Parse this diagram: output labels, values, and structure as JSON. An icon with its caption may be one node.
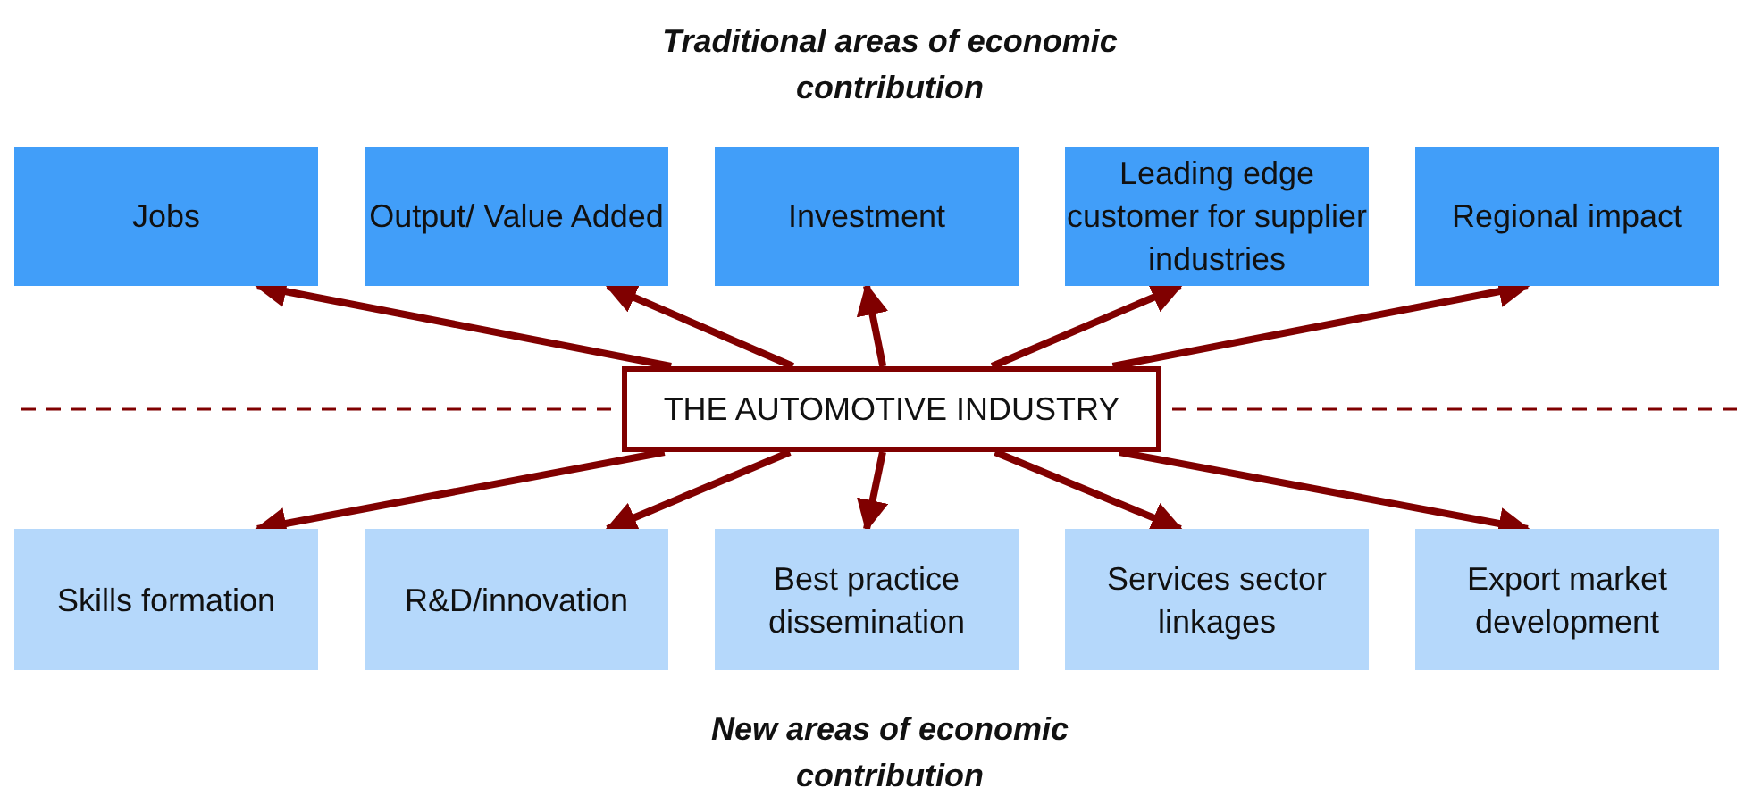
{
  "diagram": {
    "nodes": [
      {
        "text": [
          "THE AUTOMOTIVE INDUSTRY"
        ]
      },
      {
        "text": [
          "Jobs"
        ]
      },
      {
        "text": [
          "Output/ Value Added"
        ]
      },
      {
        "text": [
          "Investment"
        ]
      },
      {
        "text": [
          "Leading edge customer for supplier industries"
        ]
      },
      {
        "text": [
          "Regional impact"
        ]
      },
      {
        "text": [
          "Skills formation"
        ]
      },
      {
        "text": [
          "R&D/innovation"
        ]
      },
      {
        "text": [
          "Best practice dissemination"
        ]
      },
      {
        "text": [
          "Services sector linkages"
        ]
      },
      {
        "text": [
          "Export market development"
        ]
      }
    ],
    "edges": [
      {
        "from": 0,
        "to": 1,
        "arrow": "to"
      },
      {
        "from": 0,
        "to": 2,
        "arrow": "to"
      },
      {
        "from": 0,
        "to": 3,
        "arrow": "to"
      },
      {
        "from": 0,
        "to": 4,
        "arrow": "to"
      },
      {
        "from": 0,
        "to": 5,
        "arrow": "to"
      },
      {
        "from": 0,
        "to": 6,
        "arrow": "to"
      },
      {
        "from": 0,
        "to": 7,
        "arrow": "to"
      },
      {
        "from": 0,
        "to": 8,
        "arrow": "to"
      },
      {
        "from": 0,
        "to": 9,
        "arrow": "to"
      },
      {
        "from": 0,
        "to": 10,
        "arrow": "to"
      }
    ],
    "labels": [
      "Traditional areas of economic contribution",
      "New areas of economic contribution"
    ]
  }
}
